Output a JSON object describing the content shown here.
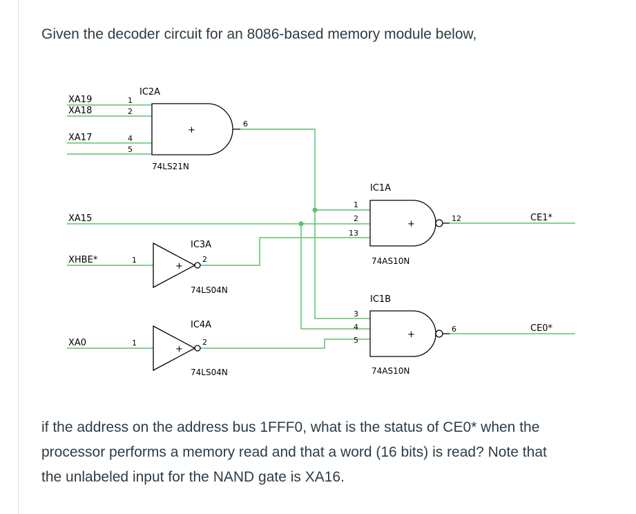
{
  "question": {
    "intro": "Given the decoder circuit for an 8086-based memory module below,",
    "line1": "if the address on the address bus 1FFF0, what is the status of CE0* when the",
    "line2": "processor performs a memory read and that a word (16 bits) is read? Note that",
    "line3": "the unlabeled input for the NAND gate is XA16."
  },
  "circuit": {
    "signals": {
      "xa19": "XA19",
      "xa18": "XA18",
      "xa17": "XA17",
      "xa15": "XA15",
      "xhbe": "XHBE*",
      "xa0": "XA0",
      "ce1": "CE1*",
      "ce0": "CE0*"
    },
    "ic2a": {
      "name": "IC2A",
      "part": "74LS21N",
      "pins": [
        "1",
        "2",
        "4",
        "5",
        "6"
      ],
      "sign": "+"
    },
    "ic3a": {
      "name": "IC3A",
      "part": "74LS04N",
      "pin_in": "1",
      "pin_out": "2",
      "sign": "+"
    },
    "ic4a": {
      "name": "IC4A",
      "part": "74LS04N",
      "pin_in": "1",
      "pin_out": "2",
      "sign": "+"
    },
    "ic1a": {
      "name": "IC1A",
      "part": "74AS10N",
      "pins": [
        "1",
        "2",
        "13"
      ],
      "pin_out": "12",
      "sign": "+"
    },
    "ic1b": {
      "name": "IC1B",
      "part": "74AS10N",
      "pins": [
        "3",
        "4",
        "5"
      ],
      "pin_out": "6",
      "sign": "+"
    }
  },
  "colors": {
    "wire": "#5dc16a",
    "text": "#2d3b45",
    "gate": "#000000"
  }
}
